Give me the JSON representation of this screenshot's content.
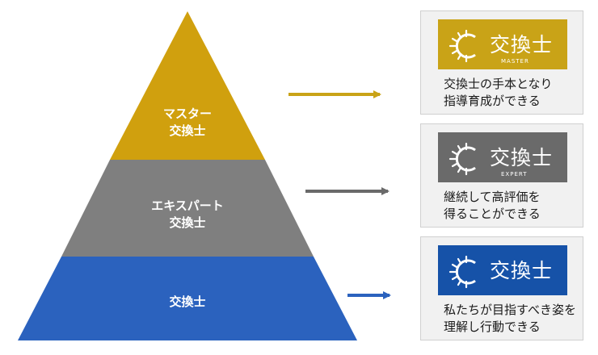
{
  "colors": {
    "master": "#d0a00e",
    "expert": "#7f7f7f",
    "base": "#2b62be",
    "master_badge": "#c9a317",
    "expert_badge": "#6a6a6a",
    "base_badge": "#1652a8"
  },
  "pyramid": {
    "tiers": [
      {
        "line1": "マスター",
        "line2": "交換士"
      },
      {
        "line1": "エキスパート",
        "line2": "交換士"
      },
      {
        "line1": "交換士",
        "line2": ""
      }
    ]
  },
  "cards": [
    {
      "badge_name": "交換士",
      "badge_level": "MASTER",
      "icon": "c-sunburst-logo-icon",
      "desc_line1": "交換士の手本となり",
      "desc_line2": "指導育成ができる"
    },
    {
      "badge_name": "交換士",
      "badge_level": "EXPERT",
      "icon": "c-sunburst-logo-icon",
      "desc_line1": "継続して高評価を",
      "desc_line2": "得ることができる"
    },
    {
      "badge_name": "交換士",
      "badge_level": "",
      "icon": "c-sunburst-logo-icon",
      "desc_line1": "私たちが目指すべき姿を",
      "desc_line2": "理解し行動できる"
    }
  ]
}
